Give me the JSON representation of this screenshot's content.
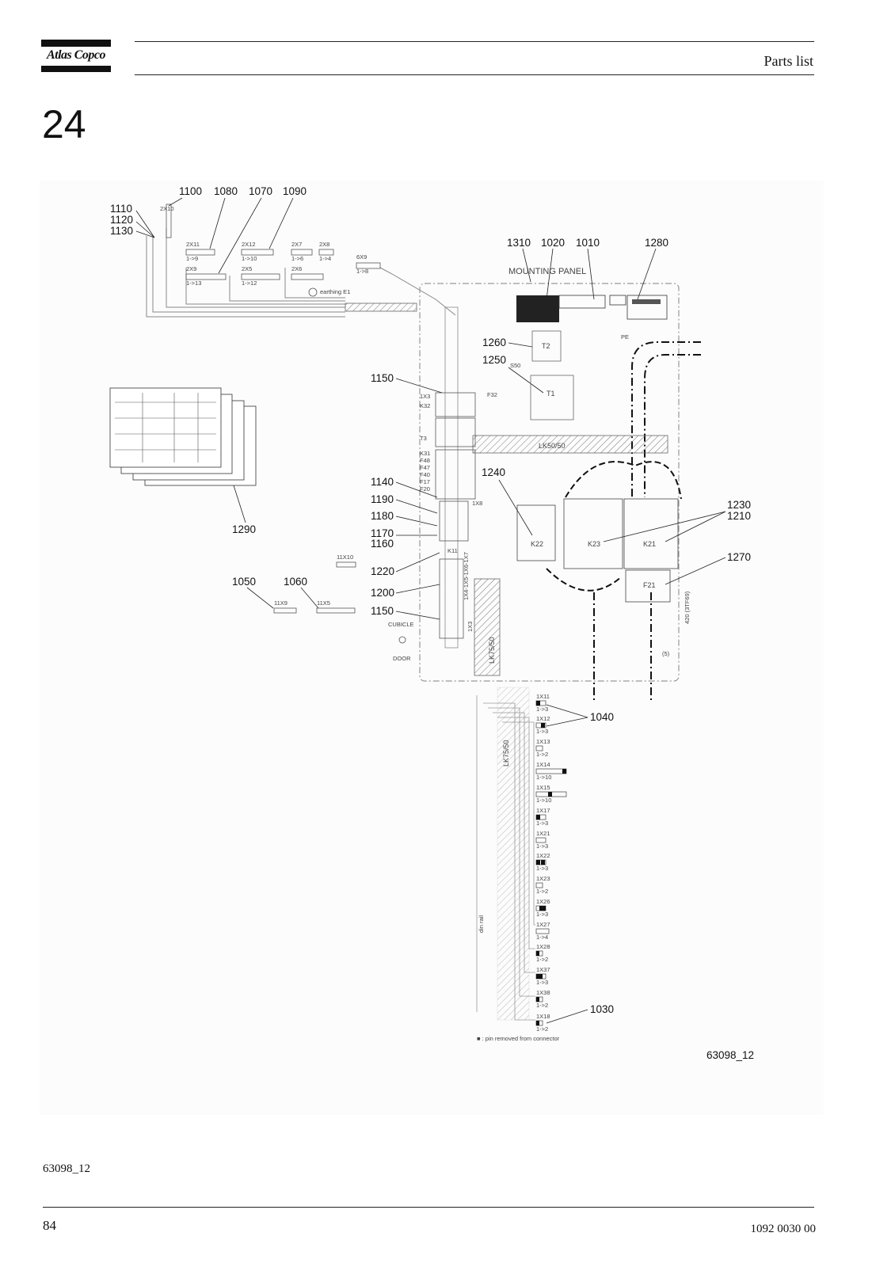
{
  "header": {
    "brand": "Atlas Copco",
    "title": "Parts list"
  },
  "section_number": "24",
  "drawing": {
    "figure_id": "63098_12",
    "callouts": {
      "c1100": "1100",
      "c1080": "1080",
      "c1070": "1070",
      "c1090": "1090",
      "c1110": "1110",
      "c1120": "1120",
      "c1130": "1130",
      "c1310": "1310",
      "c1020": "1020",
      "c1010": "1010",
      "c1280": "1280",
      "c1260": "1260",
      "c1250": "1250",
      "c1150a": "1150",
      "c1240": "1240",
      "c1290": "1290",
      "c1140": "1140",
      "c1190": "1190",
      "c1180": "1180",
      "c1230": "1230",
      "c1210": "1210",
      "c1170": "1170",
      "c1160": "1160",
      "c1270": "1270",
      "c1050": "1050",
      "c1060": "1060",
      "c1220": "1220",
      "c1200": "1200",
      "c1150b": "1150",
      "c1040": "1040",
      "c1030": "1030"
    },
    "tags": {
      "x2x10": "2X10",
      "x2x11": "2X11",
      "x2x12": "2X12",
      "x2x7": "2X7",
      "x2x8": "2X8",
      "x2x9": "2X9",
      "x2x5": "2X5",
      "x2x6": "2X6",
      "x6x9": "6X9",
      "r19": "1->9",
      "r110": "1->10",
      "r16": "1->6",
      "r14": "1->4",
      "r113": "1->13",
      "r112": "1->12",
      "r18": "1->8",
      "earthing": "earthing E1",
      "mounting_panel": "MOUNTING PANEL",
      "t2": "T2",
      "t1": "T1",
      "s50": "S50",
      "pe": "PE",
      "f32": "F32",
      "k32": "K32",
      "x1x3": "1X3",
      "t3": "T3",
      "k31": "K31",
      "f48": "F48",
      "f47": "F47",
      "f40": "F40",
      "f17": "F17",
      "f20": "F20",
      "k22": "K22",
      "k23": "K23",
      "k21": "K21",
      "f21": "F21",
      "k11": "K11",
      "lk5050": "LK50/50",
      "lk7550": "LK75/50",
      "lk7550b": "LK75/50",
      "x11x10": "11X10",
      "x11x9": "11X9",
      "x11x5": "11X5",
      "cubicle": "CUBICLE",
      "door": "DOOR",
      "terminals": "1X4-1X5-1X6-1X7",
      "x1x3b": "1X3",
      "x1x8": "1X8",
      "x1x11": "1X11",
      "x1x12": "1X12",
      "x1x13": "1X13",
      "x1x14": "1X14",
      "x1x15": "1X15",
      "x1x17": "1X17",
      "x1x21": "1X21",
      "x1x22": "1X22",
      "x1x23": "1X23",
      "x1x26": "1X26",
      "x1x27": "1X27",
      "x1x28": "1X28",
      "x1x37": "1X37",
      "x1x38": "1X38",
      "x1x18": "1X18",
      "r13": "1->3",
      "r12": "1->2",
      "din_rail": "din rail",
      "note": "■ : pin removed from connector",
      "sideref": "420 (3TF69)",
      "s5": "(5)"
    }
  },
  "footer": {
    "figure_ref": "63098_12",
    "page_number": "84",
    "doc_number": "1092 0030 00"
  }
}
